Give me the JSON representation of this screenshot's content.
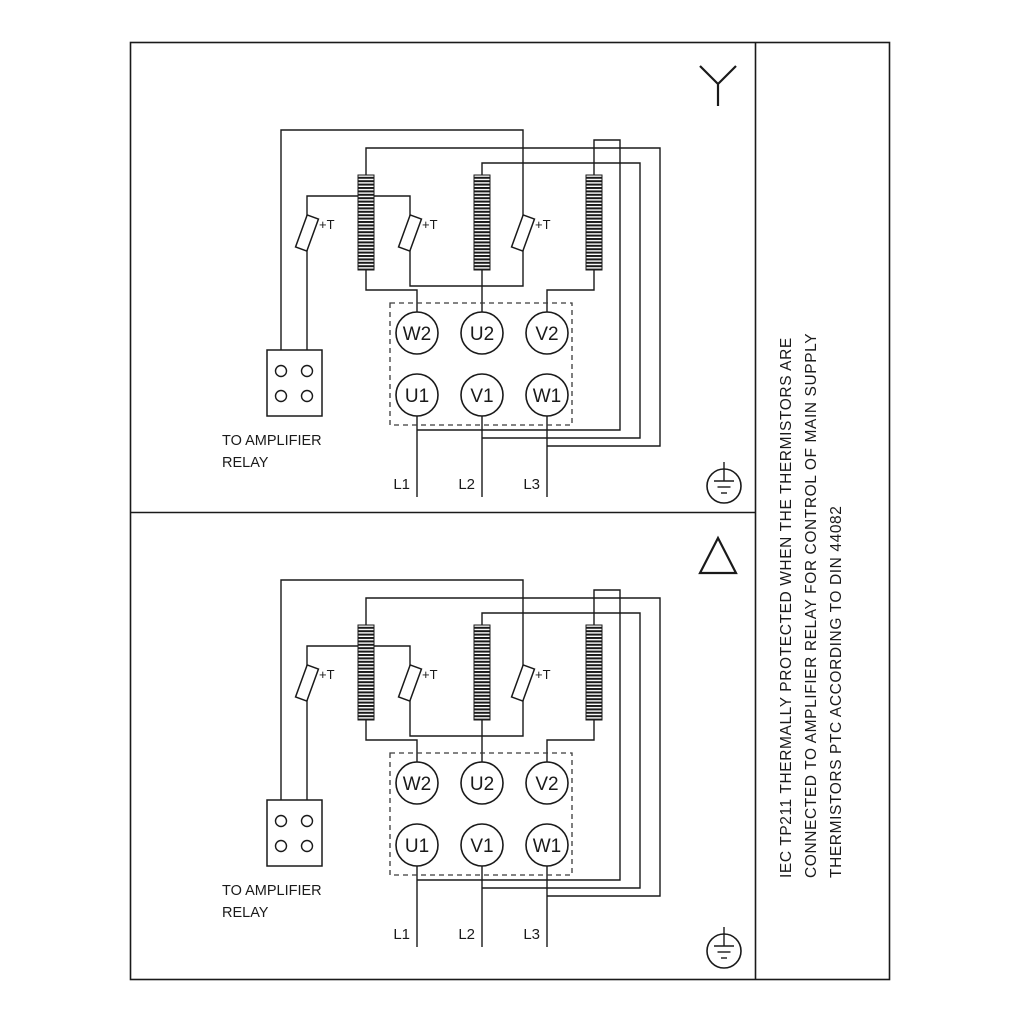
{
  "side_note": {
    "lines": [
      "IEC TP211 THERMALLY PROTECTED WHEN THE THERMISTORS ARE",
      "CONNECTED TO AMPLIFIER RELAY FOR CONTROL OF MAIN SUPPLY",
      "THERMISTORS PTC ACCORDING TO DIN 44082"
    ]
  },
  "circuit": {
    "thermistor_label": "+T",
    "relay_caption": [
      "TO AMPLIFIER",
      "RELAY"
    ],
    "terminals_top": [
      "W2",
      "U2",
      "V2"
    ],
    "terminals_bottom": [
      "U1",
      "V1",
      "W1"
    ],
    "supply_labels": [
      "L1",
      "L2",
      "L3"
    ]
  },
  "panels": {
    "top_connection": "star",
    "bottom_connection": "delta"
  },
  "colors": {
    "line": "#1a1a1a",
    "background": "#ffffff"
  }
}
